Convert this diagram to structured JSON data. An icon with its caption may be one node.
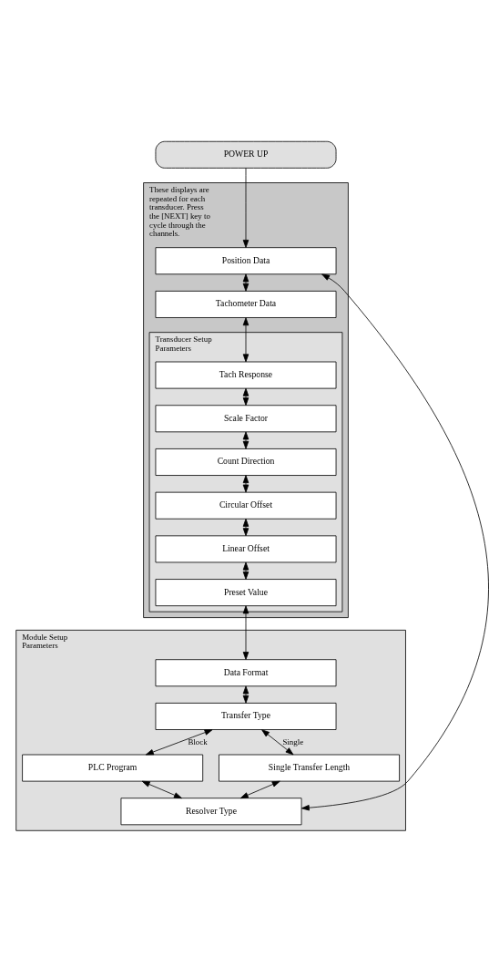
{
  "diagram": {
    "nodes": [
      {
        "text": [
          "POWER UP"
        ]
      },
      {
        "text": [
          "These displays are repeated for each transducer. Press the [NEXT] key to cycle through the channels."
        ]
      },
      {
        "text": [
          "Position Data"
        ],
        "in": 1
      },
      {
        "text": [
          "Tachometer Data"
        ],
        "in": 1
      },
      {
        "text": [
          "Transducer Setup Parameters"
        ],
        "in": 1
      },
      {
        "text": [
          "Tach Response"
        ],
        "in": 4
      },
      {
        "text": [
          "Scale Factor"
        ],
        "in": 4
      },
      {
        "text": [
          "Count Direction"
        ],
        "in": 4
      },
      {
        "text": [
          "Circular Offset"
        ],
        "in": 4
      },
      {
        "text": [
          "Linear Offset"
        ],
        "in": 4
      },
      {
        "text": [
          "Preset Value"
        ],
        "in": 4
      },
      {
        "text": [
          "Module Setup Parameters"
        ]
      },
      {
        "text": [
          "Data Format"
        ],
        "in": 11
      },
      {
        "text": [
          "Transfer Type"
        ],
        "in": 11
      },
      {
        "text": [
          "PLC Program"
        ],
        "in": 11
      },
      {
        "text": [
          "Single Transfer Length"
        ],
        "in": 11
      },
      {
        "text": [
          "Resolver Type"
        ],
        "in": 11
      }
    ],
    "edges": [
      {
        "from": 0,
        "to": 2,
        "arrow": "to"
      },
      {
        "from": 2,
        "to": 3,
        "arrow": "both"
      },
      {
        "from": 3,
        "to": 5,
        "arrow": "both"
      },
      {
        "from": 5,
        "to": 6,
        "arrow": "both"
      },
      {
        "from": 6,
        "to": 7,
        "arrow": "both"
      },
      {
        "from": 7,
        "to": 8,
        "arrow": "both"
      },
      {
        "from": 8,
        "to": 9,
        "arrow": "both"
      },
      {
        "from": 9,
        "to": 10,
        "arrow": "both"
      },
      {
        "from": 10,
        "to": 12,
        "arrow": "both"
      },
      {
        "from": 12,
        "to": 13,
        "arrow": "both"
      },
      {
        "from": 13,
        "to": 14,
        "arrow": "both",
        "label": "Block"
      },
      {
        "from": 13,
        "to": 15,
        "arrow": "both",
        "label": "Single"
      },
      {
        "from": 14,
        "to": 16,
        "arrow": "both"
      },
      {
        "from": 15,
        "to": 16,
        "arrow": "both"
      },
      {
        "from": 16,
        "to": 2,
        "arrow": "both"
      }
    ]
  }
}
